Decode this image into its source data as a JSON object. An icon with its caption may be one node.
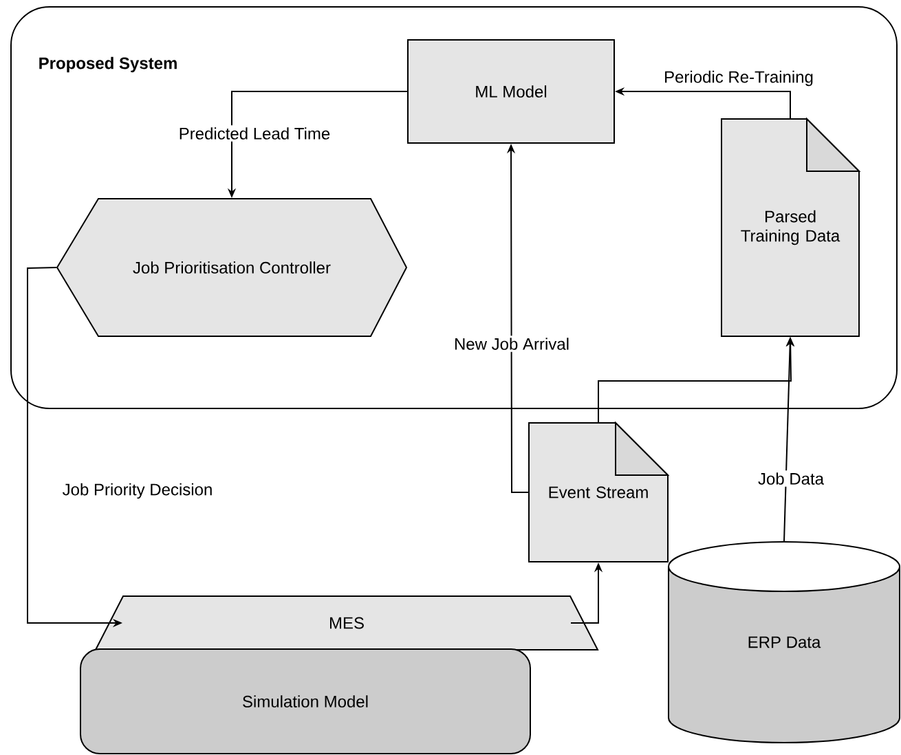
{
  "diagram": {
    "nodes": [
      {
        "text": [
          "Proposed System"
        ]
      },
      {
        "text": [
          "ML Model"
        ],
        "in": 0
      },
      {
        "text": [
          "Job Prioritisation Controller"
        ],
        "in": 0
      },
      {
        "text": [
          "Parsed Training Data"
        ],
        "in": 0
      },
      {
        "text": [
          "Event Stream"
        ]
      },
      {
        "text": [
          "MES"
        ]
      },
      {
        "text": [
          "Simulation Model"
        ]
      },
      {
        "text": [
          "ERP Data"
        ]
      }
    ],
    "edges": [
      {
        "from": 1,
        "to": 2,
        "arrow": "to",
        "label": "Predicted Lead Time"
      },
      {
        "from": 3,
        "to": 1,
        "arrow": "to",
        "label": "Periodic Re-Training"
      },
      {
        "from": 4,
        "to": 1,
        "arrow": "to",
        "label": "New Job Arrival"
      },
      {
        "from": 4,
        "to": 3,
        "arrow": "to"
      },
      {
        "from": 7,
        "to": 3,
        "arrow": "to",
        "label": "Job Data"
      },
      {
        "from": 2,
        "to": 5,
        "arrow": "to",
        "label": "Job Priority Decision"
      },
      {
        "from": 5,
        "to": 4,
        "arrow": "to"
      }
    ]
  }
}
